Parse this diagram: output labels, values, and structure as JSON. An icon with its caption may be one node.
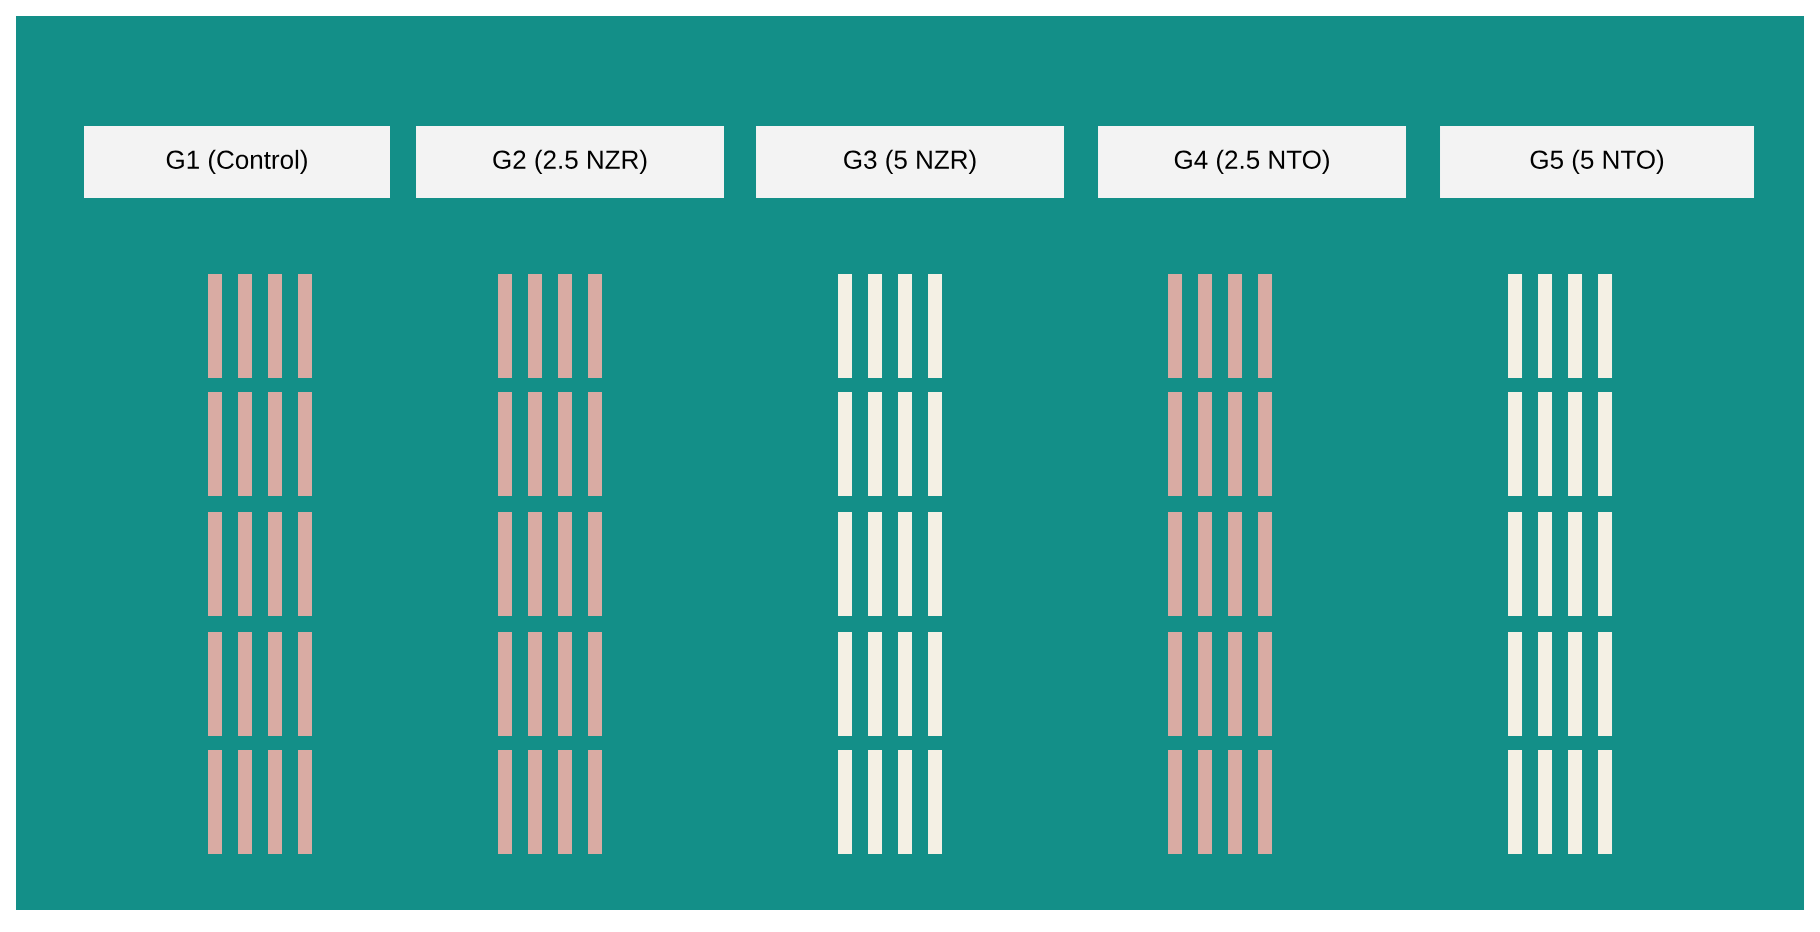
{
  "diagram": {
    "nodes": [
      {
        "text": [
          "G1 (Control)"
        ]
      },
      {
        "text": [
          "G2 (2.5 NZR)"
        ]
      },
      {
        "text": [
          "G3 (5 NZR)"
        ]
      },
      {
        "text": [
          "G4 (2.5 NTO)"
        ]
      },
      {
        "text": [
          "G5 (5 NTO)"
        ]
      }
    ]
  }
}
